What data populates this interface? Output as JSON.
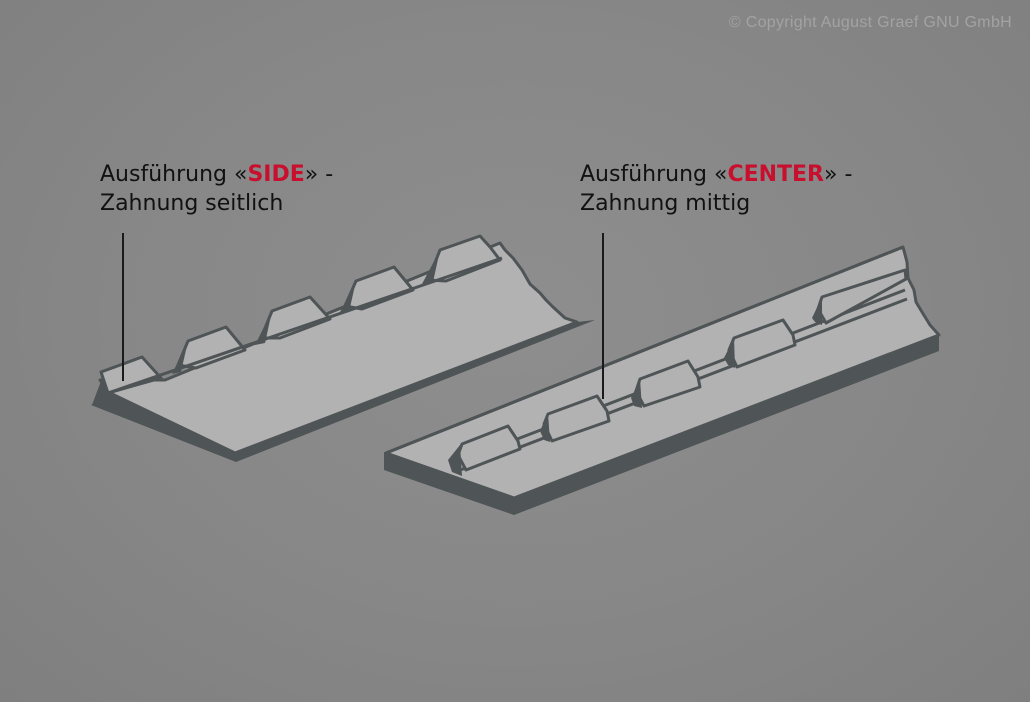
{
  "copyright": "© Copyright August Graef GNU GmbH",
  "colors": {
    "background": "#888888",
    "belt_face": "#b2b2b2",
    "belt_edge": "#4f5456",
    "accent": "#c8102e",
    "label_text": "#111111"
  },
  "side_variant": {
    "prefix": "Ausführung «",
    "keyword": "SIDE",
    "suffix": "» -",
    "line2": "Zahnung seitlich",
    "teeth_count": 5
  },
  "center_variant": {
    "prefix": "Ausführung «",
    "keyword": "CENTER",
    "suffix": "» -",
    "line2": "Zahnung mittig",
    "teeth_count": 5
  }
}
